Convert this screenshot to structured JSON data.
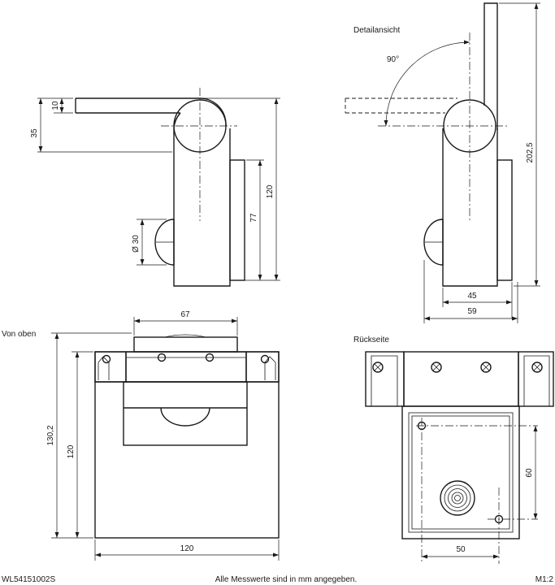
{
  "views": {
    "side": {
      "dim_10": "10",
      "dim_35": "35",
      "dim_120": "120",
      "dim_77": "77",
      "dim_d30": "Ø 30"
    },
    "detail": {
      "title": "Detailansicht",
      "angle": "90°",
      "dim_202_5": "202,5",
      "dim_45": "45",
      "dim_59": "59"
    },
    "top": {
      "title": "Von oben",
      "dim_67": "67",
      "dim_130_2": "130,2",
      "dim_120_v": "120",
      "dim_120_h": "120"
    },
    "back": {
      "title": "Rückseite",
      "dim_60": "60",
      "dim_50": "50"
    }
  },
  "footer": {
    "article_number": "WL54151002S",
    "note": "Alle Messwerte sind in mm angegeben.",
    "scale": "M1:2"
  }
}
